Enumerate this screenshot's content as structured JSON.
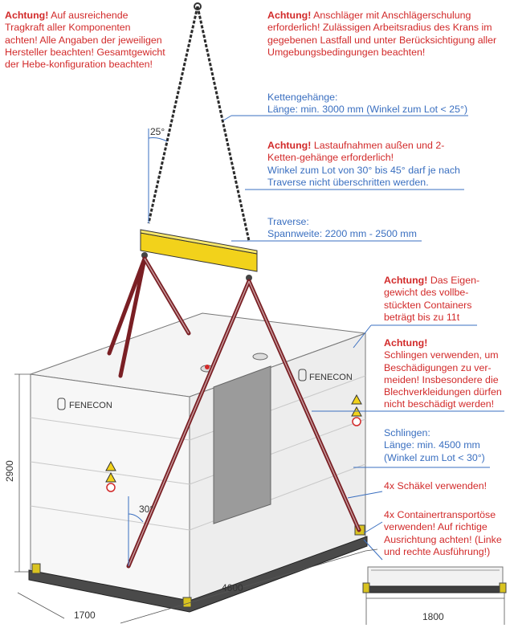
{
  "notes": {
    "top_left": {
      "bold": "Achtung!",
      "text": " Auf ausreichende Tragkraft aller Komponenten achten! Alle Angaben der jeweiligen Hersteller beachten! Gesamtgewicht der Hebe-konfiguration beachten!"
    },
    "top_right": {
      "bold": "Achtung!",
      "text": " Anschläger mit Anschlägerschulung erforderlich! Zulässigen Arbeitsradius des Krans im gegebenen Lastfall und unter Berücksichtigung aller Umgebungsbedingungen beachten!"
    },
    "chain": {
      "line1": "Kettengehänge:",
      "line2": "Länge: min. 3000 mm (Winkel zum Lot < 25°)"
    },
    "lifting": {
      "bold": "Achtung!",
      "red_text": " Lastaufnahmen außen und 2-Ketten-gehänge erforderlich!",
      "blue_text": "Winkel zum Lot von 30° bis 45° darf je nach Traverse nicht überschritten werden."
    },
    "traverse": {
      "line1": "Traverse:",
      "line2": "Spannweite: 2200 mm - 2500 mm"
    },
    "weight": {
      "bold": "Achtung!",
      "text": " Das Eigen-gewicht des vollbe-stückten Containers beträgt bis zu 11t"
    },
    "slings_warning": {
      "bold": "Achtung!",
      "text": "Schlingen verwenden, um Beschädigungen zu ver-meiden! Insbesondere die Blechverkleidungen dürfen nicht beschädigt werden!"
    },
    "slings": {
      "line1": "Schlingen:",
      "line2": "Länge: min. 4500 mm",
      "line3": "(Winkel zum Lot < 30°)"
    },
    "shackle": {
      "text": "4x Schäkel verwenden!"
    },
    "eye": {
      "text": "4x Containertransportöse verwenden! Auf richtige Ausrichtung achten! (Linke und rechte Ausführung!)"
    }
  },
  "angles": {
    "chain": "25°",
    "sling": "30°"
  },
  "dimensions": {
    "height": "2900",
    "depth": "1700",
    "length": "4600",
    "detail_width": "1800"
  },
  "logo": {
    "front": "FENECON",
    "side": "FENECON"
  },
  "colors": {
    "note_blue": "#3a6fc0",
    "warning_red": "#d22a2a",
    "sling": "#7a1f24",
    "traverse": "#f2d21b"
  }
}
